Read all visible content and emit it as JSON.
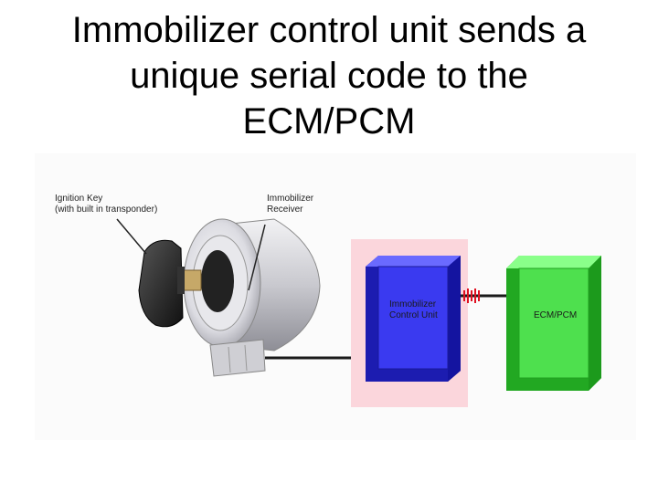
{
  "slide": {
    "title_lines": [
      "Immobilizer control unit sends a",
      "unique serial code to the",
      "ECM/PCM"
    ]
  },
  "diagram": {
    "ignition_key_label": [
      "Ignition Key",
      "(with built in transponder)"
    ],
    "receiver_label": [
      "Immobilizer",
      "Receiver"
    ],
    "control_unit_label": [
      "Immobilizer",
      "Control Unit"
    ],
    "ecm_label": "ECM/PCM",
    "colors": {
      "control_unit": "#3a3af0",
      "control_unit_highlight": "#fbd6dc",
      "ecm": "#4ee04e",
      "signal": "#e01020",
      "cylinder": "#c8c8cc",
      "key": "#2a2a2a"
    }
  }
}
